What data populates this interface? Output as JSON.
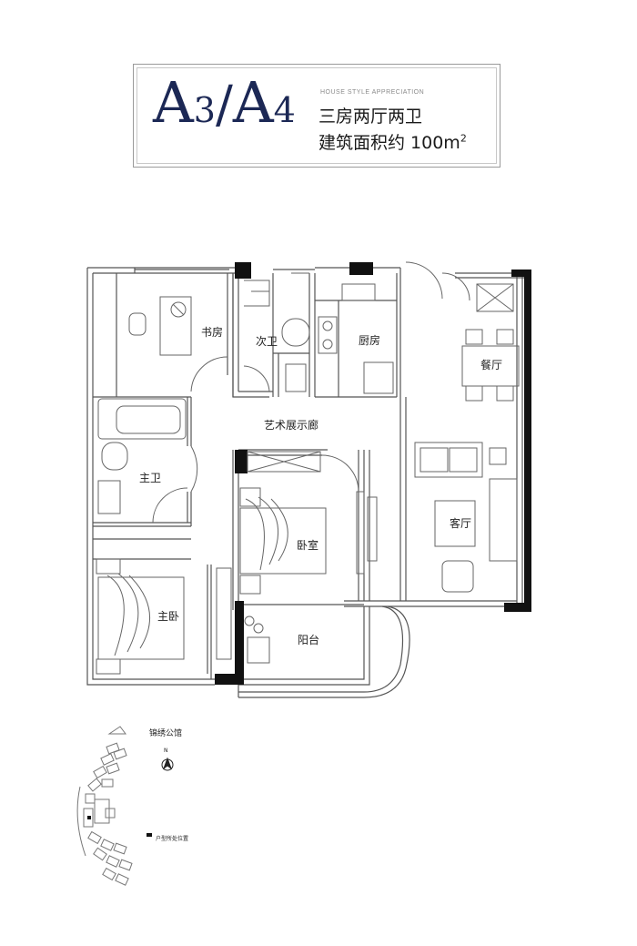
{
  "header": {
    "unit_code_a": "A",
    "unit_code_3": "3",
    "unit_code_slash": "/",
    "unit_code_b": "A",
    "unit_code_4": "4",
    "subtitle_en": "HOUSE STYLE APPRECIATION",
    "layout_desc": "三房两厅两卫",
    "area_prefix": "建筑面积约 100m",
    "area_sup": "2"
  },
  "rooms": {
    "study": "书房",
    "second_bath": "次卫",
    "kitchen": "厨房",
    "dining": "餐厅",
    "gallery": "艺术展示廊",
    "master_bath": "主卫",
    "bedroom": "卧室",
    "living": "客厅",
    "master_bedroom": "主卧",
    "balcony": "阳台"
  },
  "site_map": {
    "title": "锦绣公馆",
    "north": "N",
    "legend": "户型所处位置"
  },
  "colors": {
    "title_navy": "#1c2855",
    "wall": "#111111",
    "line": "#555555"
  }
}
